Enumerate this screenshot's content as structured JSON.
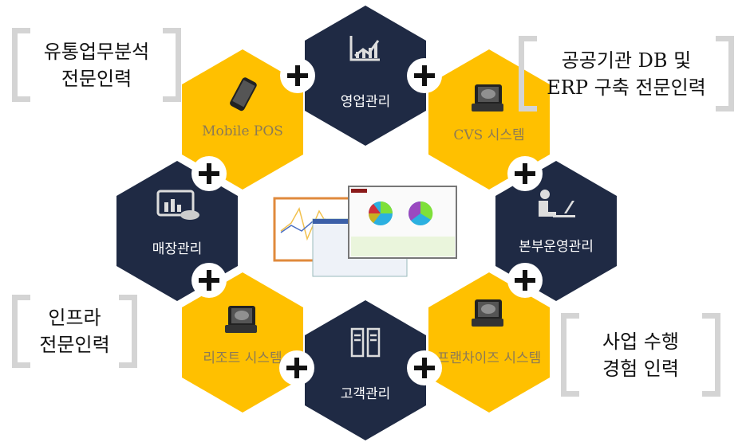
{
  "colors": {
    "yellow": "#FFC000",
    "navy": "#1F2A44",
    "yellow_label": "#8c7a55",
    "navy_label": "#ffffff",
    "bracket": "#d4d4d4"
  },
  "hexagons": [
    {
      "label": "영업관리",
      "icon": "growth-chart-icon",
      "color": "navy"
    },
    {
      "label": "Mobile POS",
      "icon": "smartphone-icon",
      "color": "yellow"
    },
    {
      "label": "CVS 시스템",
      "icon": "pos-terminal-icon",
      "color": "yellow"
    },
    {
      "label": "매장관리",
      "icon": "dashboard-chart-icon",
      "color": "navy"
    },
    {
      "label": "본부운영관리",
      "icon": "person-at-desk-icon",
      "color": "navy"
    },
    {
      "label": "리조트 시스템",
      "icon": "pos-terminal-icon",
      "color": "yellow"
    },
    {
      "label": "프랜차이즈 시스템",
      "icon": "pos-terminal-icon",
      "color": "yellow"
    },
    {
      "label": "고객관리",
      "icon": "server-icon",
      "color": "navy"
    }
  ],
  "callouts": [
    {
      "line1": "유통업무분석",
      "line2": "전문인력"
    },
    {
      "line1": "공공기관 DB 및",
      "line2": "ERP 구축 전문인력"
    },
    {
      "line1": "인프라",
      "line2": "전문인력"
    },
    {
      "line1": "사업 수행",
      "line2": "경험 인력"
    }
  ]
}
